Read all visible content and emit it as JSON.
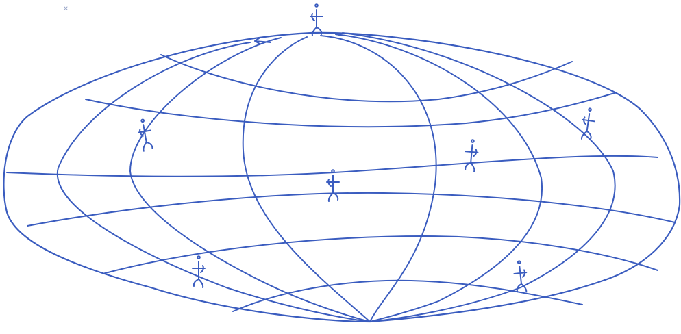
{
  "ink_color": "#3a5cbf",
  "paper_color": "#ffffff",
  "figures": [
    {
      "id": "figure-top",
      "facing": "right"
    },
    {
      "id": "figure-upper-left",
      "facing": "right"
    },
    {
      "id": "figure-center",
      "facing": "right"
    },
    {
      "id": "figure-right-center",
      "facing": "left"
    },
    {
      "id": "figure-upper-right",
      "facing": "right"
    },
    {
      "id": "figure-lower-left",
      "facing": "left"
    },
    {
      "id": "figure-lower-right",
      "facing": "left"
    }
  ]
}
